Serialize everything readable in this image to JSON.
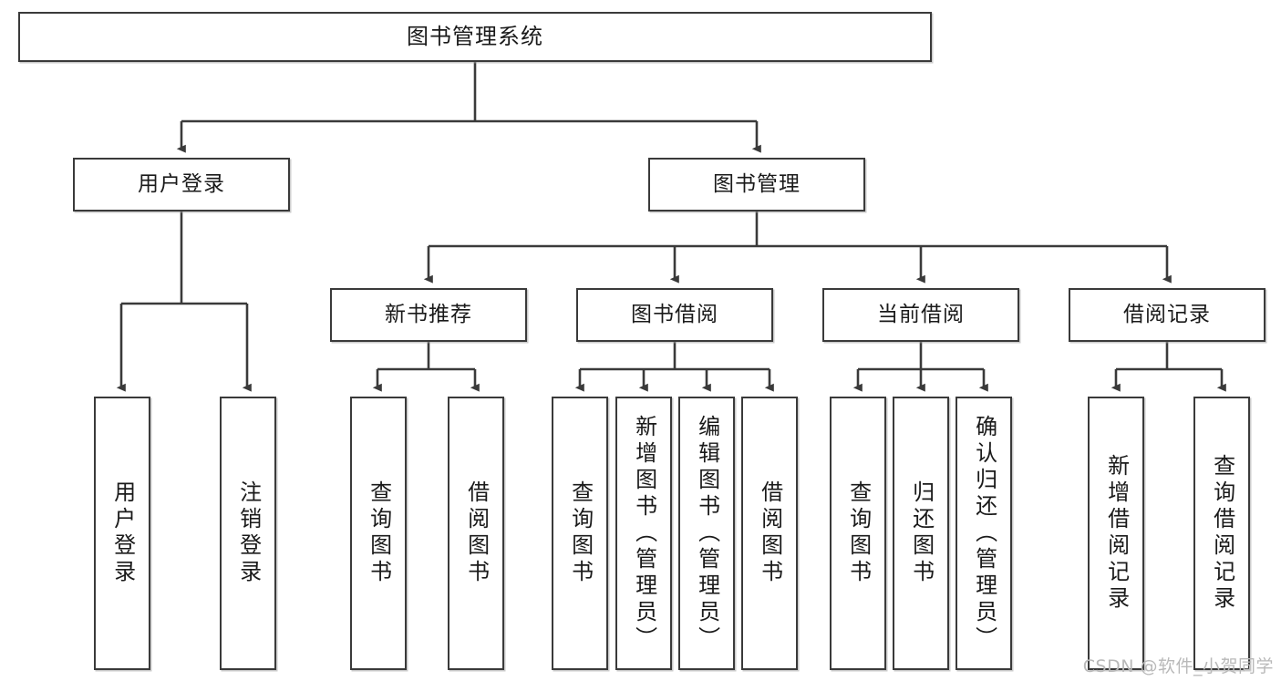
{
  "diagram": {
    "title": "图书管理系统",
    "watermark": "CSDN @软件_小贺同学",
    "line_color": "#3a3a3a",
    "box_fill": "#ffffff",
    "text_color": "#1a1a1a",
    "watermark_color": "#b9b9b9"
  },
  "nodes": {
    "root": {
      "label": "图书管理系统"
    },
    "level1": [
      {
        "label": "用户登录"
      },
      {
        "label": "图书管理"
      }
    ],
    "level2": [
      {
        "label": "新书推荐"
      },
      {
        "label": "图书借阅"
      },
      {
        "label": "当前借阅"
      },
      {
        "label": "借阅记录"
      }
    ],
    "leaves": {
      "user_login": [
        {
          "label": "用户登录"
        },
        {
          "label": "注销登录"
        }
      ],
      "new_book_recommend": [
        {
          "label": "查询图书"
        },
        {
          "label": "借阅图书"
        }
      ],
      "book_borrow": [
        {
          "label": "查询图书"
        },
        {
          "label": "新增图书（管理员）"
        },
        {
          "label": "编辑图书（管理员）"
        },
        {
          "label": "借阅图书"
        }
      ],
      "current_borrow": [
        {
          "label": "查询图书"
        },
        {
          "label": "归还图书"
        },
        {
          "label": "确认归还（管理员）"
        }
      ],
      "borrow_record": [
        {
          "label": "新增借阅记录"
        },
        {
          "label": "查询借阅记录"
        }
      ]
    }
  }
}
